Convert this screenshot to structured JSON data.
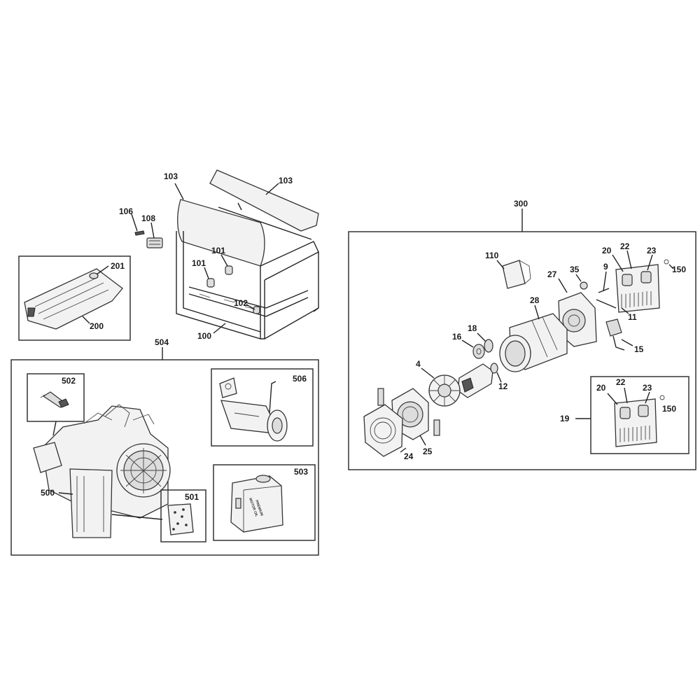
{
  "parts": {
    "p103a": "103",
    "p103b": "103",
    "p106": "106",
    "p108": "108",
    "p101a": "101",
    "p101b": "101",
    "p102": "102",
    "p100": "100",
    "p201": "201",
    "p200": "200",
    "p504": "504",
    "p502": "502",
    "p506": "506",
    "p503": "503",
    "p500": "500",
    "p501": "501",
    "p300": "300",
    "p110": "110",
    "p35": "35",
    "p9": "9",
    "p20a": "20",
    "p22a": "22",
    "p23a": "23",
    "p150a": "150",
    "p27": "27",
    "p28": "28",
    "p11": "11",
    "p15": "15",
    "p18": "18",
    "p16": "16",
    "p4": "4",
    "p12": "12",
    "p19": "19",
    "p20b": "20",
    "p22b": "22",
    "p23b": "23",
    "p150b": "150",
    "p24": "24",
    "p25": "25"
  },
  "oil_label": [
    "PREMIUM",
    "MOTOR OIL"
  ]
}
